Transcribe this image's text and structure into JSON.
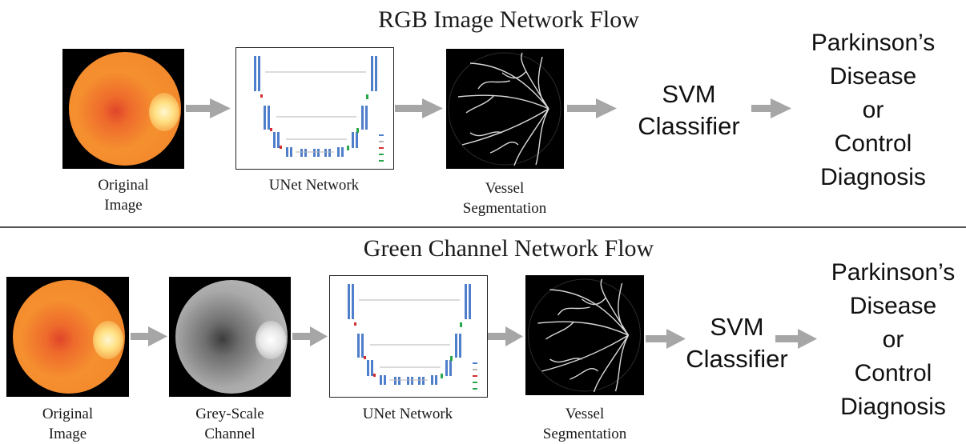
{
  "top_flow": {
    "title": "RGB Image Network Flow",
    "steps": {
      "original_caption": [
        "Original",
        "Image"
      ],
      "unet_caption": "UNet Network",
      "vessel_caption": [
        "Vessel",
        "Segmentation"
      ],
      "svm_label": [
        "SVM",
        "Classifier"
      ],
      "outcome": [
        "Parkinson’s",
        "Disease",
        "or",
        "Control",
        "Diagnosis"
      ]
    }
  },
  "bottom_flow": {
    "title": "Green Channel Network Flow",
    "steps": {
      "original_caption": [
        "Original",
        "Image"
      ],
      "grey_caption": [
        "Grey-Scale",
        "Channel"
      ],
      "unet_caption": "UNet Network",
      "vessel_caption": [
        "Vessel",
        "Segmentation"
      ],
      "svm_label": [
        "SVM",
        "Classifier"
      ],
      "outcome": [
        "Parkinson’s",
        "Disease",
        "or",
        "Control",
        "Diagnosis"
      ]
    }
  },
  "colors": {
    "arrow": "#a6a6a6",
    "divider": "#555555",
    "unet_block": "#4f7ecb",
    "unet_skip": "#b5b5b5",
    "unet_up": "#27a84a",
    "unet_down": "#d32f2f"
  }
}
